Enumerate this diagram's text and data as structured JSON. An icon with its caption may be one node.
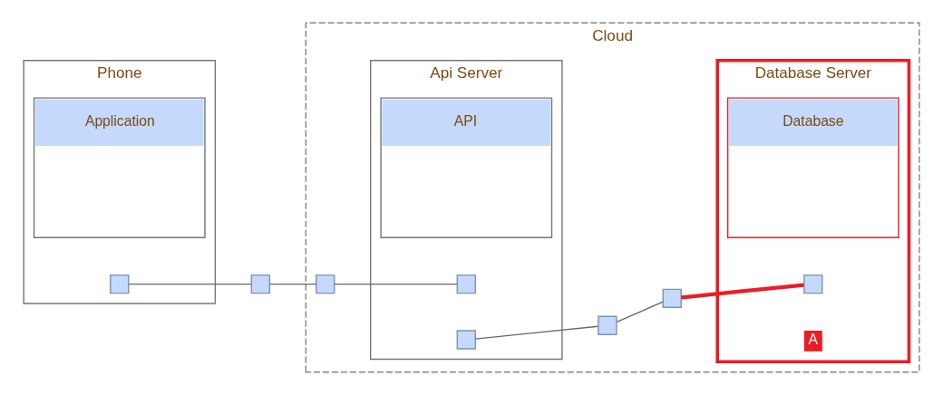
{
  "diagram": {
    "nodes": [
      {
        "text": [
          "Cloud"
        ]
      },
      {
        "text": [
          "Phone"
        ]
      },
      {
        "text": [
          "Application"
        ],
        "in": 1
      },
      {
        "text": [
          "Api Server"
        ],
        "in": 0
      },
      {
        "text": [
          "API"
        ],
        "in": 3
      },
      {
        "text": [
          "Database Server"
        ],
        "in": 0
      },
      {
        "text": [
          "Database"
        ],
        "in": 5
      },
      {
        "text": [],
        "shape": "box",
        "in": 1
      },
      {
        "text": [],
        "shape": "box"
      },
      {
        "text": [],
        "shape": "box",
        "in": 0
      },
      {
        "text": [],
        "shape": "box",
        "in": 3
      },
      {
        "text": [],
        "shape": "box",
        "in": 3
      },
      {
        "text": [],
        "shape": "box",
        "in": 0
      },
      {
        "text": [],
        "shape": "box",
        "in": 0
      },
      {
        "text": [],
        "shape": "box",
        "in": 5
      }
    ],
    "edges": [
      {
        "from": 7,
        "to": 8,
        "arrow": "none"
      },
      {
        "from": 8,
        "to": 9,
        "arrow": "none"
      },
      {
        "from": 9,
        "to": 10,
        "arrow": "none"
      },
      {
        "from": 11,
        "to": 12,
        "arrow": "none"
      },
      {
        "from": 12,
        "to": 13,
        "arrow": "none"
      },
      {
        "from": 13,
        "to": 14,
        "arrow": "none",
        "style": "thick",
        "color": "#ed1c24"
      }
    ],
    "labels": [
      "A"
    ]
  }
}
